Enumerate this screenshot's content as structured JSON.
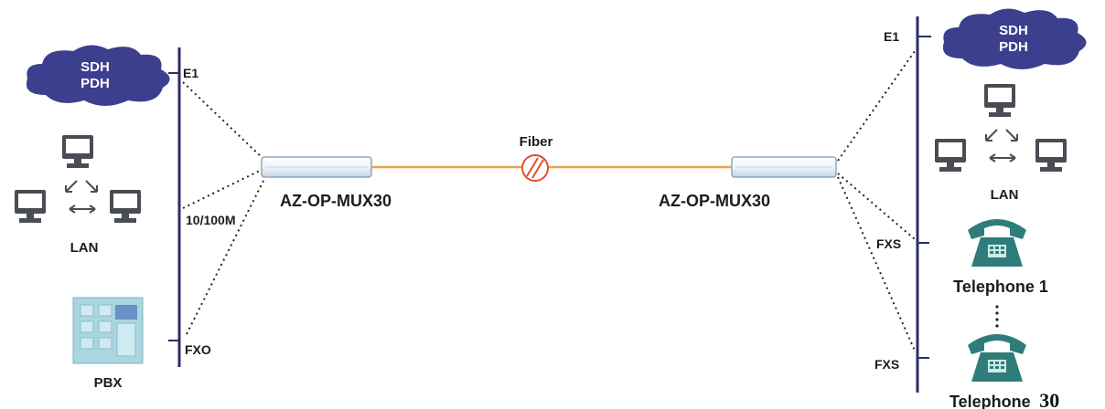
{
  "left": {
    "cloud": {
      "line1": "SDH",
      "line2": "PDH"
    },
    "lan_label": "LAN",
    "pbx_label": "PBX",
    "ports": {
      "e1": "E1",
      "ethernet": "10/100M",
      "fxo": "FXO"
    },
    "device": "AZ-OP-MUX30"
  },
  "link": {
    "label": "Fiber"
  },
  "right": {
    "cloud": {
      "line1": "SDH",
      "line2": "PDH"
    },
    "lan_label": "LAN",
    "ports": {
      "e1": "E1",
      "fxs1": "FXS",
      "fxs2": "FXS"
    },
    "device": "AZ-OP-MUX30",
    "telephone1": "Telephone 1",
    "telephone30_word": "Telephone",
    "telephone30_num": "30"
  },
  "colors": {
    "cloud": "#3c3f8e",
    "bus": "#2b2d66",
    "fiber": "#f0a347",
    "fiber_icon": "#e0502a",
    "computer": "#4a4c55",
    "telephone": "#2f7d7a",
    "pbx": "#a9d6df"
  }
}
